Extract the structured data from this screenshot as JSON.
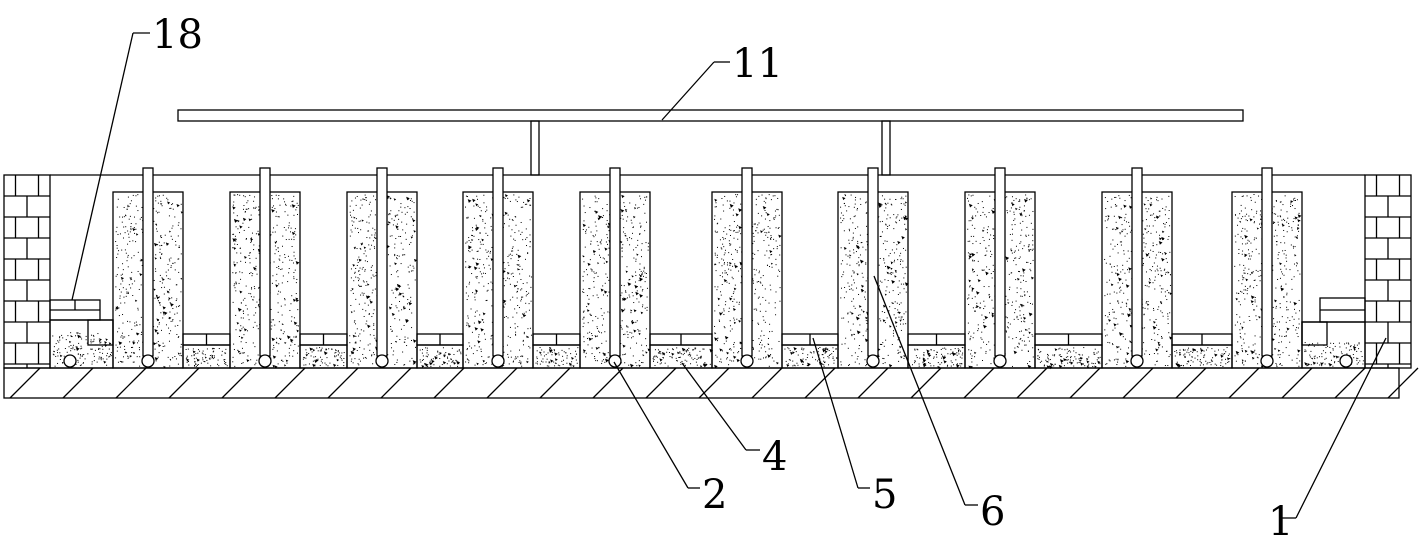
{
  "colors": {
    "stroke": "#000000",
    "background": "#ffffff"
  },
  "labels": [
    {
      "id": "18",
      "text": "18"
    },
    {
      "id": "11",
      "text": "11"
    },
    {
      "id": "2",
      "text": "2"
    },
    {
      "id": "4",
      "text": "4"
    },
    {
      "id": "5",
      "text": "5"
    },
    {
      "id": "6",
      "text": "6"
    },
    {
      "id": "1",
      "text": "1"
    }
  ],
  "columns_count": 10,
  "texture": "speckled-concrete",
  "hatching": "diagonal-ground"
}
